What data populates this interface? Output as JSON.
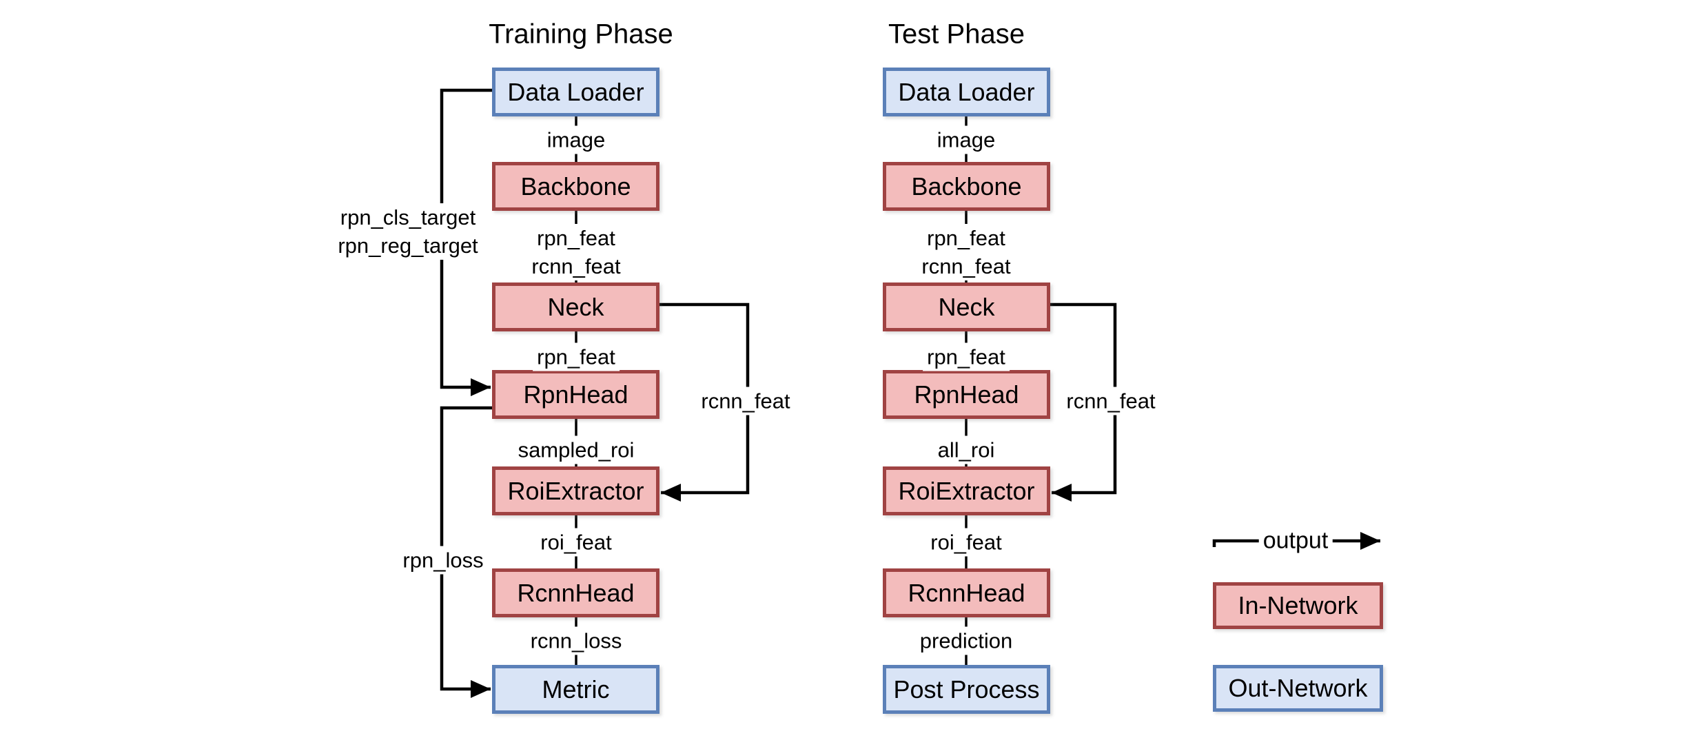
{
  "diagram": {
    "colors": {
      "in_network_fill": "#F3BCBC",
      "in_network_stroke": "#A04343",
      "out_network_fill": "#D9E4F6",
      "out_network_stroke": "#5B80B8",
      "wire": "#000000"
    },
    "training": {
      "title": "Training Phase",
      "nodes": {
        "data_loader": "Data Loader",
        "backbone": "Backbone",
        "neck": "Neck",
        "rpn_head": "RpnHead",
        "roi_extractor": "RoiExtractor",
        "rcnn_head": "RcnnHead",
        "metric": "Metric"
      },
      "edges": {
        "image": "image",
        "feat_pair_line1": "rpn_feat",
        "feat_pair_line2": "rcnn_feat",
        "rpn_feat": "rpn_feat",
        "sampled_roi": "sampled_roi",
        "roi_feat": "roi_feat",
        "rcnn_loss": "rcnn_loss",
        "rpn_cls_target": "rpn_cls_target",
        "rpn_reg_target": "rpn_reg_target",
        "rpn_loss": "rpn_loss",
        "rcnn_feat": "rcnn_feat"
      }
    },
    "test": {
      "title": "Test Phase",
      "nodes": {
        "data_loader": "Data Loader",
        "backbone": "Backbone",
        "neck": "Neck",
        "rpn_head": "RpnHead",
        "roi_extractor": "RoiExtractor",
        "rcnn_head": "RcnnHead",
        "post_process": "Post Process"
      },
      "edges": {
        "image": "image",
        "feat_pair_line1": "rpn_feat",
        "feat_pair_line2": "rcnn_feat",
        "rpn_feat": "rpn_feat",
        "all_roi": "all_roi",
        "roi_feat": "roi_feat",
        "prediction": "prediction",
        "rcnn_feat": "rcnn_feat"
      }
    },
    "legend": {
      "output": "output",
      "in_network": "In-Network",
      "out_network": "Out-Network"
    }
  }
}
